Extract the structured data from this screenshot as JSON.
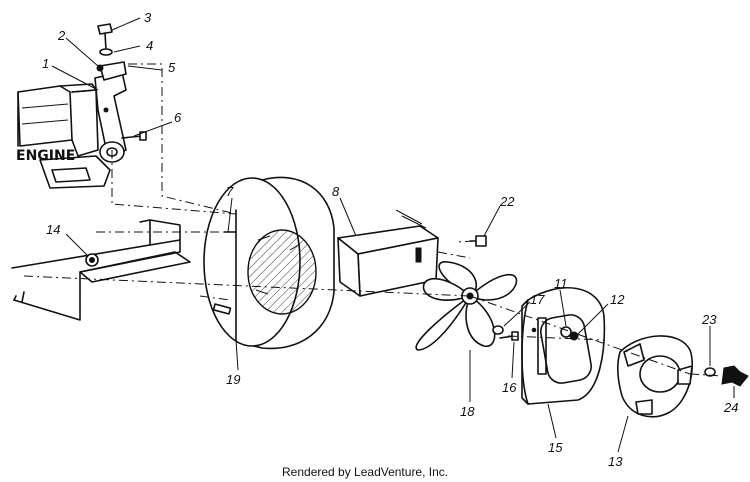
{
  "engine_label": "ENGINE",
  "callouts": {
    "c1": "1",
    "c2": "2",
    "c3": "3",
    "c4": "4",
    "c5": "5",
    "c6": "6",
    "c7": "7",
    "c8": "8",
    "c11": "11",
    "c12": "12",
    "c13": "13",
    "c14": "14",
    "c15": "15",
    "c16": "16",
    "c17": "17",
    "c18": "18",
    "c19": "19",
    "c22": "22",
    "c23": "23",
    "c24": "24"
  },
  "credit": "Rendered by LeadVenture, Inc."
}
